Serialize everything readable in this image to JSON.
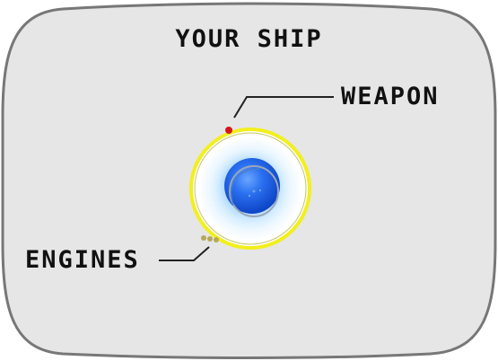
{
  "title": "YOUR SHIP",
  "callouts": {
    "weapon_label": "WEAPON",
    "engines_label": "ENGINES"
  },
  "colors": {
    "panel_fill": "#e6e6e6",
    "panel_border": "#777777",
    "ship_ring": "#f2ef1e",
    "ship_core": "#1b63e8",
    "weapon_dot": "#d4161b",
    "engine_dots": "#b7a75a",
    "text": "#111111"
  },
  "icons": {
    "ship": "round-ship-icon",
    "weapon": "weapon-dot-icon",
    "engines": "engine-dots-icon"
  }
}
